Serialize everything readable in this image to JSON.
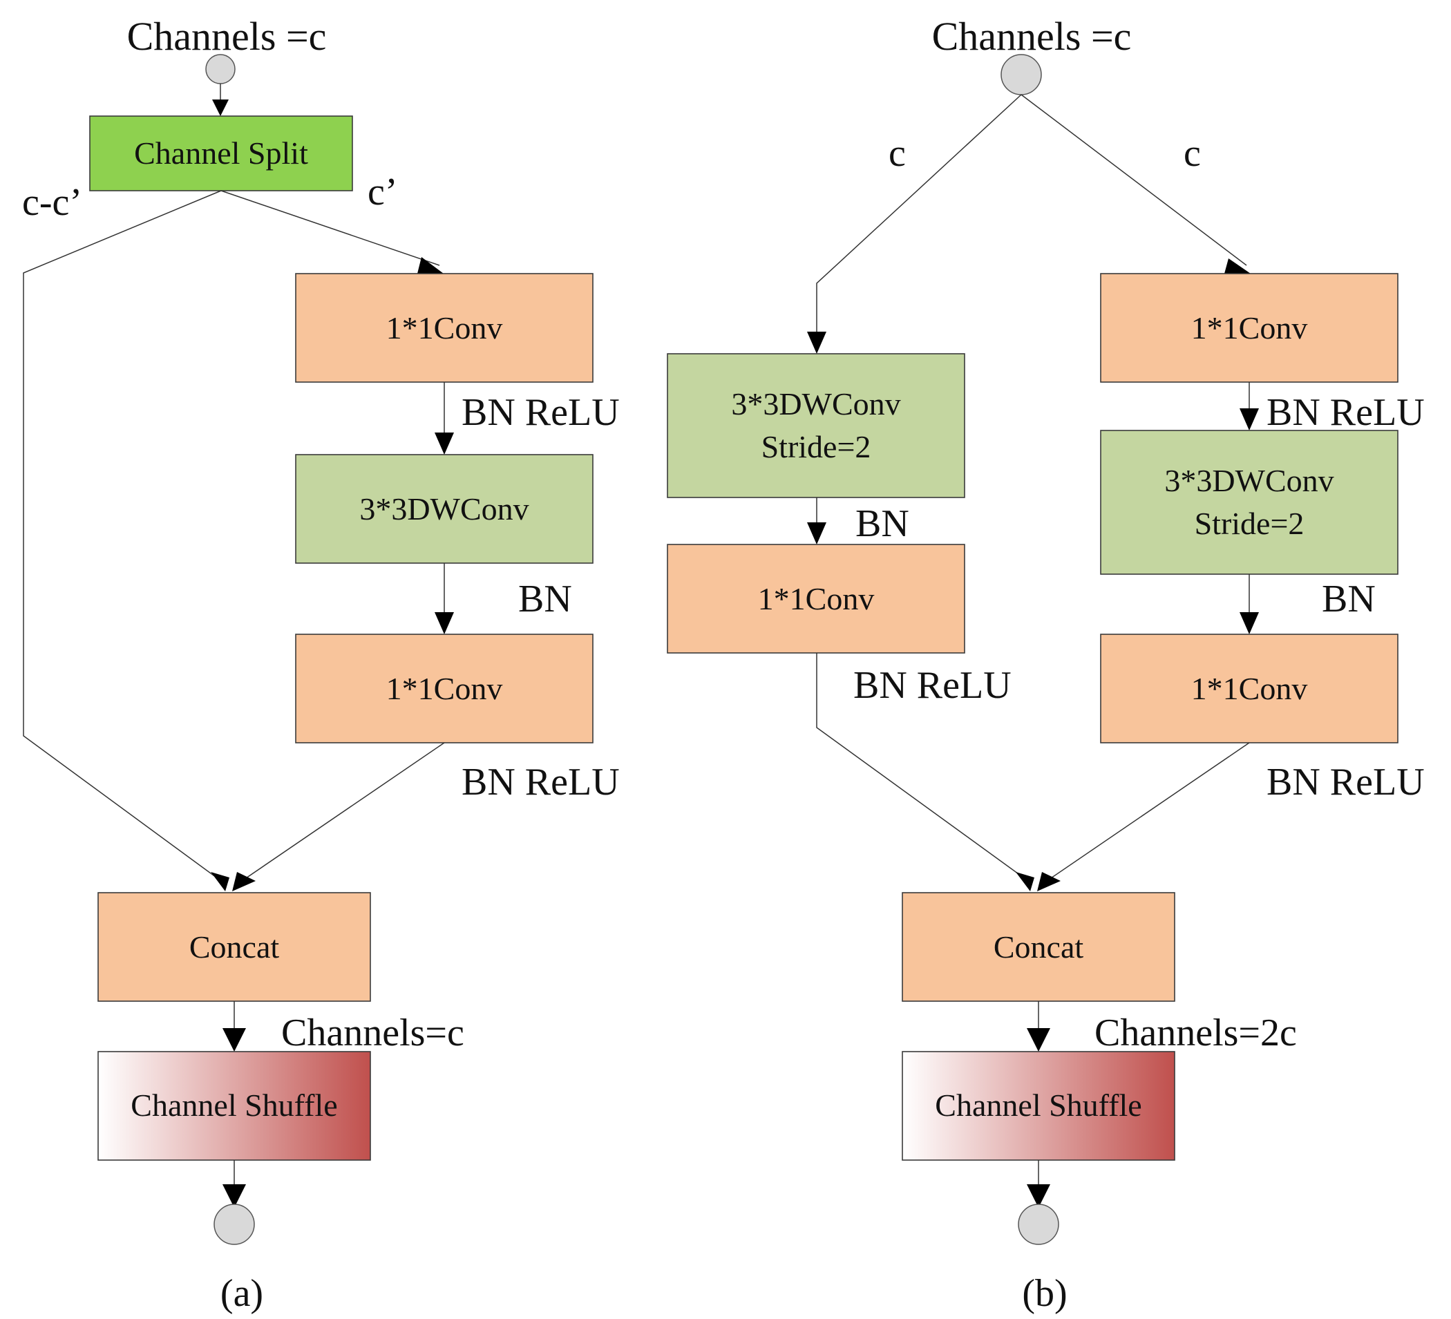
{
  "panel_a": {
    "input_label": "Channels =c",
    "split_box": "Channel Split",
    "left_branch_label": "c-c’",
    "right_branch_label": "c’",
    "conv1": "1*1Conv",
    "bn_relu_1": "BN ReLU",
    "dwconv": "3*3DWConv",
    "bn": "BN",
    "conv2": "1*1Conv",
    "bn_relu_2": "BN ReLU",
    "concat": "Concat",
    "output_channels": "Channels=c",
    "shuffle": "Channel Shuffle",
    "caption": "(a)"
  },
  "panel_b": {
    "input_label": "Channels =c",
    "left_branch_label": "c",
    "right_branch_label": "c",
    "left_dwconv_line1": "3*3DWConv",
    "left_dwconv_line2": "Stride=2",
    "left_bn": "BN",
    "left_conv": "1*1Conv",
    "left_bn_relu": "BN ReLU",
    "right_conv1": "1*1Conv",
    "right_bn_relu_1": "BN ReLU",
    "right_dwconv_line1": "3*3DWConv",
    "right_dwconv_line2": "Stride=2",
    "right_bn": "BN",
    "right_conv2": "1*1Conv",
    "right_bn_relu_2": "BN ReLU",
    "concat": "Concat",
    "output_channels": "Channels=2c",
    "shuffle": "Channel Shuffle",
    "caption": "(b)"
  },
  "colors": {
    "conv_orange": "#f8c49b",
    "dwconv_green": "#c4d6a0",
    "split_green": "#8ed14f",
    "shuffle_gradient_end": "#c0504d"
  }
}
